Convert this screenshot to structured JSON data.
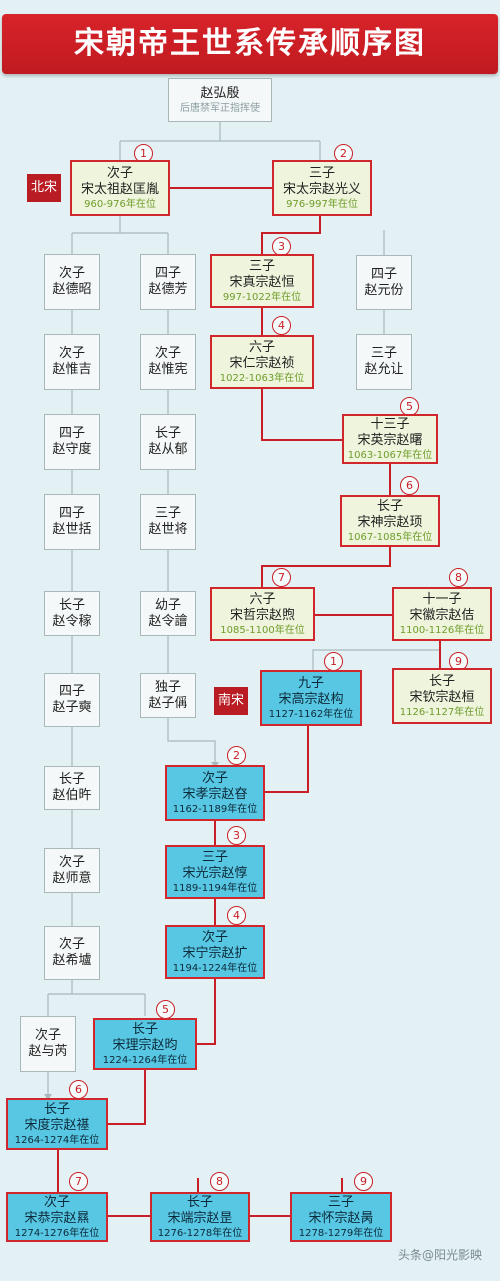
{
  "title": "宋朝帝王世系传承顺序图",
  "root": {
    "line1": "赵弘殷",
    "line3": "后唐禁军正指挥使"
  },
  "era": {
    "north": "北宋",
    "south": "南宋"
  },
  "badges": {
    "b1": "1",
    "b2": "2",
    "b3": "3",
    "b4": "4",
    "b5": "5",
    "b6": "6",
    "b7": "7",
    "b8": "8",
    "b9": "9",
    "s1": "1",
    "s2": "2",
    "s3": "3",
    "s4": "4",
    "s5": "5",
    "s6": "6",
    "s7": "7",
    "s8": "8",
    "s9": "9"
  },
  "emperors": {
    "taizu": {
      "rel": "次子",
      "name": "宋太祖赵匡胤",
      "reign": "960-976年在位"
    },
    "taizong": {
      "rel": "三子",
      "name": "宋太宗赵光义",
      "reign": "976-997年在位"
    },
    "zhenzong": {
      "rel": "三子",
      "name": "宋真宗赵恒",
      "reign": "997-1022年在位"
    },
    "renzong": {
      "rel": "六子",
      "name": "宋仁宗赵祯",
      "reign": "1022-1063年在位"
    },
    "yingzong": {
      "rel": "十三子",
      "name": "宋英宗赵曙",
      "reign": "1063-1067年在位"
    },
    "shenzong": {
      "rel": "长子",
      "name": "宋神宗赵顼",
      "reign": "1067-1085年在位"
    },
    "zhezong": {
      "rel": "六子",
      "name": "宋哲宗赵煦",
      "reign": "1085-1100年在位"
    },
    "huizong": {
      "rel": "十一子",
      "name": "宋徽宗赵佶",
      "reign": "1100-1126年在位"
    },
    "qinzong": {
      "rel": "长子",
      "name": "宋钦宗赵桓",
      "reign": "1126-1127年在位"
    },
    "gaozong": {
      "rel": "九子",
      "name": "宋高宗赵构",
      "reign": "1127-1162年在位"
    },
    "xiaozong": {
      "rel": "次子",
      "name": "宋孝宗赵昚",
      "reign": "1162-1189年在位"
    },
    "guangzong": {
      "rel": "三子",
      "name": "宋光宗赵惇",
      "reign": "1189-1194年在位"
    },
    "ningzong": {
      "rel": "次子",
      "name": "宋宁宗赵扩",
      "reign": "1194-1224年在位"
    },
    "lizong": {
      "rel": "长子",
      "name": "宋理宗赵昀",
      "reign": "1224-1264年在位"
    },
    "duzong": {
      "rel": "长子",
      "name": "宋度宗赵禥",
      "reign": "1264-1274年在位"
    },
    "gongzong": {
      "rel": "次子",
      "name": "宋恭宗赵㬎",
      "reign": "1274-1276年在位"
    },
    "duanzong": {
      "rel": "长子",
      "name": "宋端宗赵昰",
      "reign": "1276-1278年在位"
    },
    "huaizong": {
      "rel": "三子",
      "name": "宋怀宗赵昺",
      "reign": "1278-1279年在位"
    }
  },
  "ancestors": {
    "a1": {
      "rel": "次子",
      "name": "赵德昭"
    },
    "a2": {
      "rel": "次子",
      "name": "赵惟吉"
    },
    "a3": {
      "rel": "四子",
      "name": "赵守度"
    },
    "a4": {
      "rel": "四子",
      "name": "赵世括"
    },
    "a5": {
      "rel": "长子",
      "name": "赵令稼"
    },
    "a6": {
      "rel": "四子",
      "name": "赵子奭"
    },
    "a7": {
      "rel": "长子",
      "name": "赵伯旿"
    },
    "a8": {
      "rel": "次子",
      "name": "赵师意"
    },
    "a9": {
      "rel": "次子",
      "name": "赵希壚"
    },
    "a10": {
      "rel": "次子",
      "name": "赵与芮"
    },
    "b1": {
      "rel": "四子",
      "name": "赵德芳"
    },
    "b2": {
      "rel": "次子",
      "name": "赵惟宪"
    },
    "b3": {
      "rel": "长子",
      "name": "赵从郁"
    },
    "b4": {
      "rel": "三子",
      "name": "赵世将"
    },
    "b5": {
      "rel": "幼子",
      "name": "赵令譮"
    },
    "b6": {
      "rel": "独子",
      "name": "赵子偁"
    },
    "c1": {
      "rel": "四子",
      "name": "赵元份"
    },
    "c2": {
      "rel": "三子",
      "name": "赵允让"
    }
  },
  "watermark": "头条@阳光影映"
}
